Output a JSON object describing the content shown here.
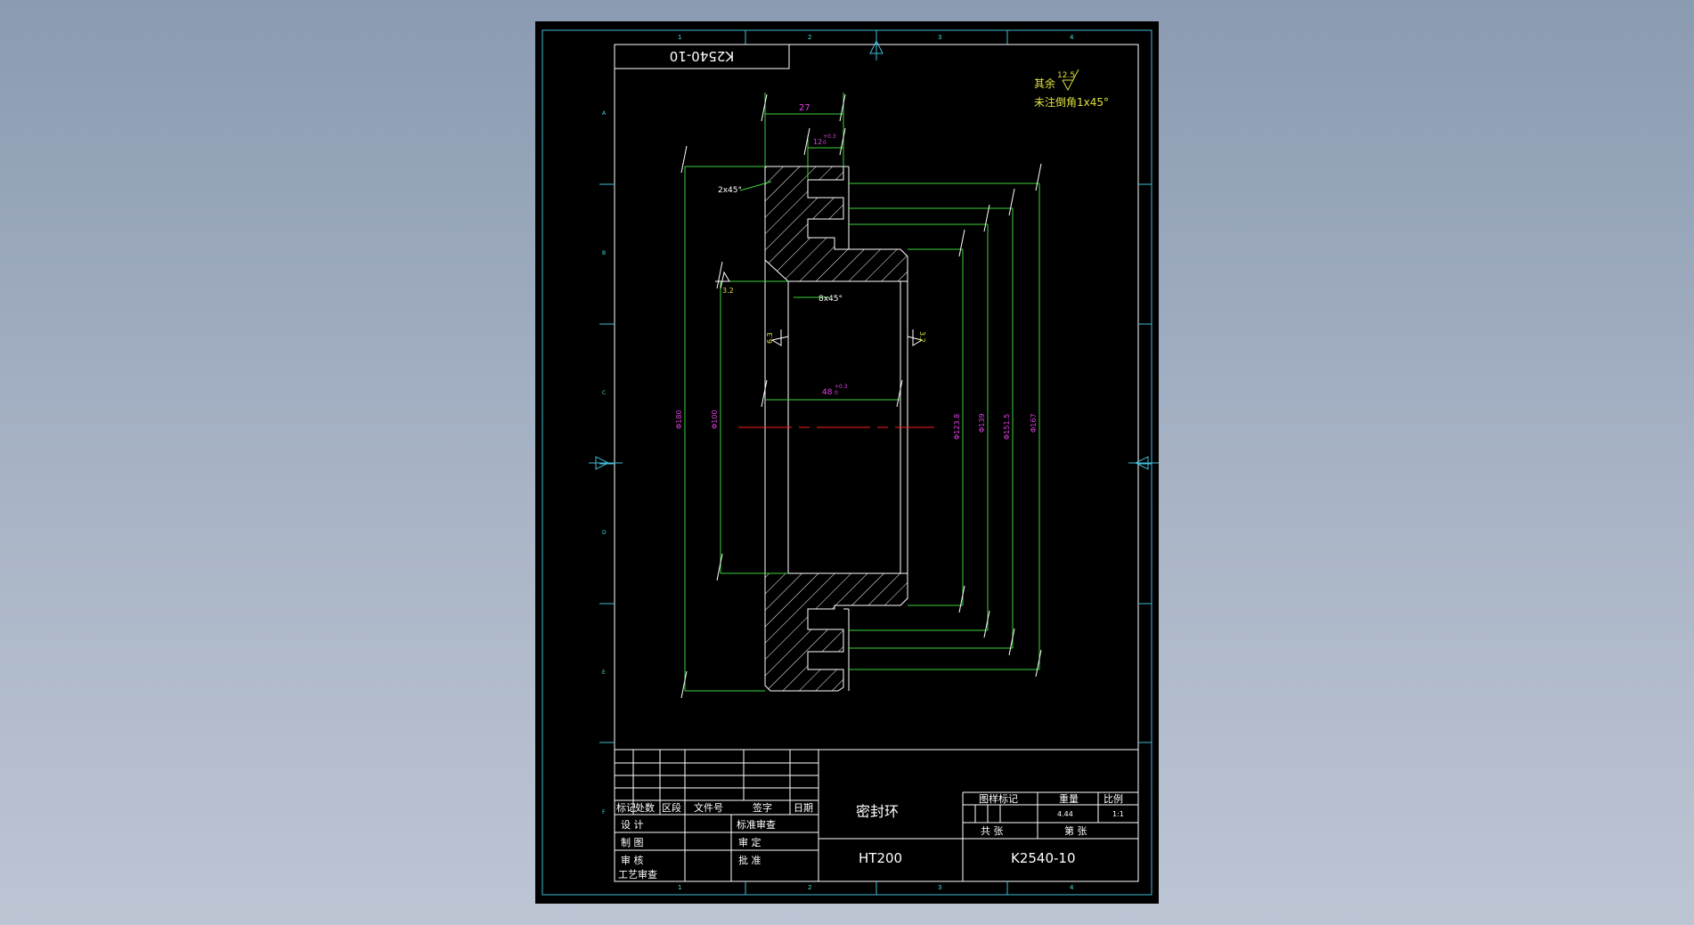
{
  "drawing": {
    "number_top": "K2540-10",
    "notes": {
      "rest_label": "其余",
      "rest_roughness": "12.5",
      "chamfer_note": "未注倒角1x45°"
    },
    "dimensions": {
      "top_width": "27",
      "groove_width": "12",
      "groove_tol": "+0.3",
      "groove_tol_lower": "0",
      "chamfer_outer": "2x45°",
      "chamfer_inner": "8x45°",
      "bore_length": "48",
      "bore_tol": "+0.3",
      "bore_tol_lower": "0",
      "roughness_left": "3.2",
      "roughness_bore": "6.3",
      "roughness_right": "3.2",
      "dia_180": "Φ180",
      "dia_100": "Φ100",
      "dia_123_8": "Φ123.8",
      "dia_139": "Φ139",
      "dia_151_5": "Φ151.5",
      "dia_167": "Φ167"
    },
    "grid_top": [
      "1",
      "2",
      "3",
      "4"
    ],
    "grid_bottom": [
      "1",
      "2",
      "3",
      "4"
    ],
    "grid_side": [
      "A",
      "B",
      "C",
      "D",
      "E",
      "F"
    ]
  },
  "title_block": {
    "rev_headers": [
      "标记",
      "处数",
      "区段",
      "文件号",
      "签字",
      "日期"
    ],
    "design": "设 计",
    "std_review": "标准审查",
    "drawing_label": "制 图",
    "review": "审 定",
    "check": "审 核",
    "approve": "批 准",
    "process": "工艺审查",
    "part_name": "密封环",
    "material": "HT200",
    "stage_mark": "图样标记",
    "weight_label": "重量",
    "scale_label": "比例",
    "weight": "4.44",
    "scale": "1:1",
    "total_sheets": "共 张",
    "sheet_no": "第 张",
    "drawing_number": "K2540-10"
  }
}
